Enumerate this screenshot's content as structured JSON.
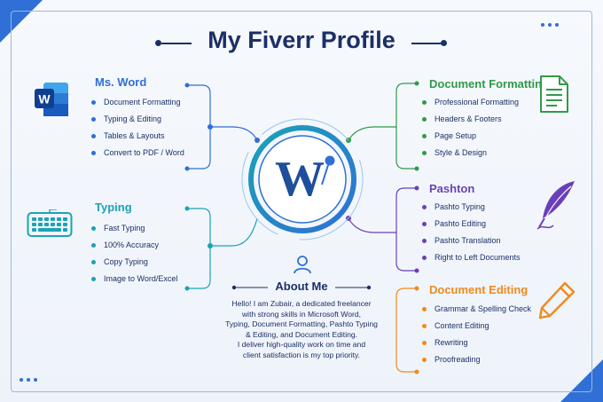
{
  "title": "My Fiverr Profile",
  "logo_letter": "W",
  "colors": {
    "navy": "#1c2f66",
    "blue": "#2f6fd6",
    "teal": "#1aa3b5",
    "green": "#2f9a4a",
    "purple": "#6a3fb8",
    "orange": "#f08a1c"
  },
  "sections": {
    "ms_word": {
      "title": "Ms. Word",
      "items": [
        "Document Formatting",
        "Typing & Editing",
        "Tables & Layouts",
        "Convert to PDF / Word"
      ],
      "icon": "word-icon"
    },
    "typing": {
      "title": "Typing",
      "items": [
        "Fast Typing",
        "100% Accuracy",
        "Copy Typing",
        "Image to Word/Excel"
      ],
      "icon": "keyboard-icon"
    },
    "document_formatting": {
      "title": "Document Formatting",
      "items": [
        "Professional Formatting",
        "Headers & Footers",
        "Page Setup",
        "Style & Design"
      ],
      "icon": "document-icon"
    },
    "pashton": {
      "title": "Pashton",
      "items": [
        "Pashto Typing",
        "Pashto Editing",
        "Pashto Translation",
        "Right to Left Documents"
      ],
      "icon": "quill-icon"
    },
    "document_editing": {
      "title": "Document Editing",
      "items": [
        "Grammar & Spelling Check",
        "Content Editing",
        "Rewriting",
        "Proofreading"
      ],
      "icon": "pencil-icon"
    }
  },
  "about": {
    "title": "About Me",
    "icon": "user-icon",
    "lines": [
      "Hello! I am Zubair, a dedicated freelancer",
      "with strong skills in Microsoft Word,",
      "Typing, Document Formatting, Pashto Typing",
      "& Editing, and Document Editing.",
      "I deliver high-quality work on time and",
      "client satisfaction is my top priority."
    ]
  }
}
